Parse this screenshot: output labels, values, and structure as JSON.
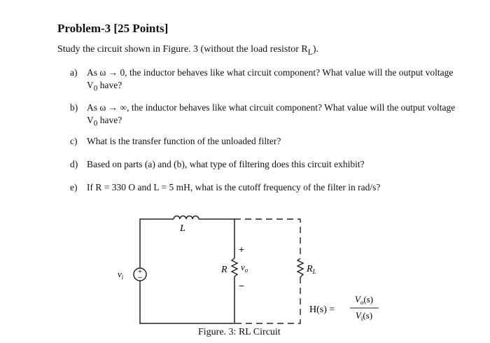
{
  "problem": {
    "title": "Problem-3 [25 Points]",
    "intro": "Study the circuit shown in Figure. 3 (without the load resistor R",
    "intro_sub": "L",
    "intro_end": ")."
  },
  "questions": [
    {
      "label": "a)",
      "pre": "As ω → 0, the inductor behaves like what circuit component? What value will the output voltage V",
      "sub": "0",
      "post": " have?"
    },
    {
      "label": "b)",
      "pre": "As ω → ∞, the inductor behaves like what circuit component? What value will the output voltage V",
      "sub": "0",
      "post": " have?"
    },
    {
      "label": "c)",
      "pre": "What is the transfer function of the unloaded filter?",
      "sub": "",
      "post": ""
    },
    {
      "label": "d)",
      "pre": "Based on parts (a) and (b), what type of filtering does this circuit exhibit?",
      "sub": "",
      "post": ""
    },
    {
      "label": "e)",
      "pre": "If R = 330 O and L = 5 mH, what is the cutoff frequency of the filter in rad/s?",
      "sub": "",
      "post": ""
    }
  ],
  "figure": {
    "inductor_label": "L",
    "source_label": "v",
    "source_sub": "i",
    "source_plus": "+",
    "source_minus": "−",
    "resistor_label": "R",
    "output_label": "v",
    "output_sub": "o",
    "output_plus": "+",
    "output_minus": "−",
    "load_label": "R",
    "load_sub": "L",
    "tf_lhs": "H(s) =",
    "tf_num": "V",
    "tf_num_sub": "o",
    "tf_num_end": "(s)",
    "tf_den": "V",
    "tf_den_sub": "i",
    "tf_den_end": "(s)",
    "caption": "Figure. 3: RL Circuit"
  }
}
